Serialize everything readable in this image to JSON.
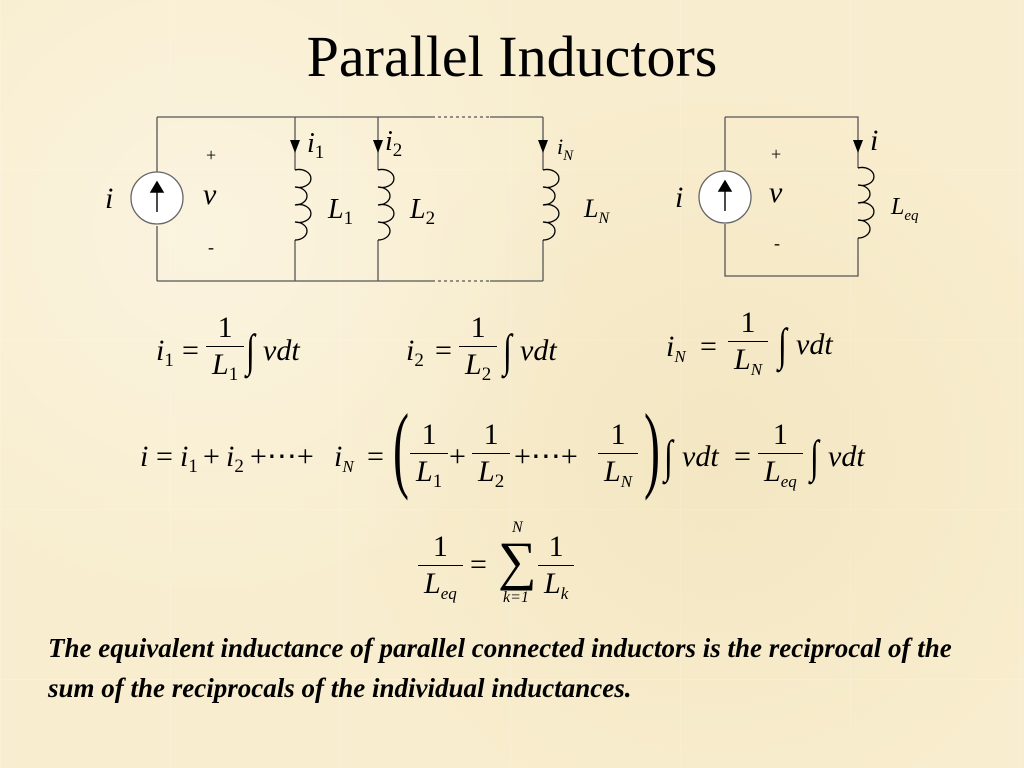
{
  "title": "Parallel Inductors",
  "circuit_left": {
    "source_current": "i",
    "voltage": "v",
    "plus": "+",
    "minus": "-",
    "branch_currents": [
      {
        "main": "i",
        "sub": "1"
      },
      {
        "main": "i",
        "sub": "2"
      },
      {
        "main": "i",
        "sub": "N"
      }
    ],
    "inductors": [
      {
        "main": "L",
        "sub": "1"
      },
      {
        "main": "L",
        "sub": "2"
      },
      {
        "main": "L",
        "sub": "N"
      }
    ]
  },
  "circuit_right": {
    "source_current": "i",
    "voltage": "v",
    "plus": "+",
    "minus": "-",
    "branch_current": "i",
    "inductor": {
      "main": "L",
      "sub": "eq"
    }
  },
  "equations": {
    "eq1": {
      "lhs": "i",
      "lhs_sub": "1",
      "eq": "=",
      "num": "1",
      "den": "L",
      "den_sub": "1",
      "integral": "∫",
      "tail": "vdt"
    },
    "eq2": {
      "lhs": "i",
      "lhs_sub": "2",
      "eq": "=",
      "num": "1",
      "den": "L",
      "den_sub": "2",
      "integral": "∫",
      "tail": "vdt"
    },
    "eq3": {
      "lhs": "i",
      "lhs_sub": "N",
      "eq": "=",
      "num": "1",
      "den": "L",
      "den_sub": "N",
      "integral": "∫",
      "tail": "vdt"
    },
    "sum": {
      "i": "i",
      "eq1": "=",
      "i1": "i",
      "s1": "1",
      "plus1": "+",
      "i2": "i",
      "s2": "2",
      "dots": "+⋯+",
      "iN": "i",
      "sN": "N",
      "eq2": "=",
      "f1n": "1",
      "f1d": "L",
      "f1s": "1",
      "plusA": "+",
      "f2n": "1",
      "f2d": "L",
      "f2s": "2",
      "dots2": "+⋯+",
      "f3n": "1",
      "f3d": "L",
      "f3s": "N",
      "lparen": "(",
      "rparen": ")",
      "integral": "∫",
      "vdt": "vdt",
      "eq3": "=",
      "fen": "1",
      "fed": "L",
      "fes": "eq",
      "integral2": "∫",
      "vdt2": "vdt"
    },
    "final": {
      "num": "1",
      "den": "L",
      "den_sub": "eq",
      "eq": "=",
      "sigma": "∑",
      "upper": "N",
      "lower": "k=1",
      "num2": "1",
      "den2": "L",
      "den2_sub": "k"
    }
  },
  "caption": "The equivalent inductance of parallel connected inductors is the reciprocal of the sum of the reciprocals of the individual inductances."
}
